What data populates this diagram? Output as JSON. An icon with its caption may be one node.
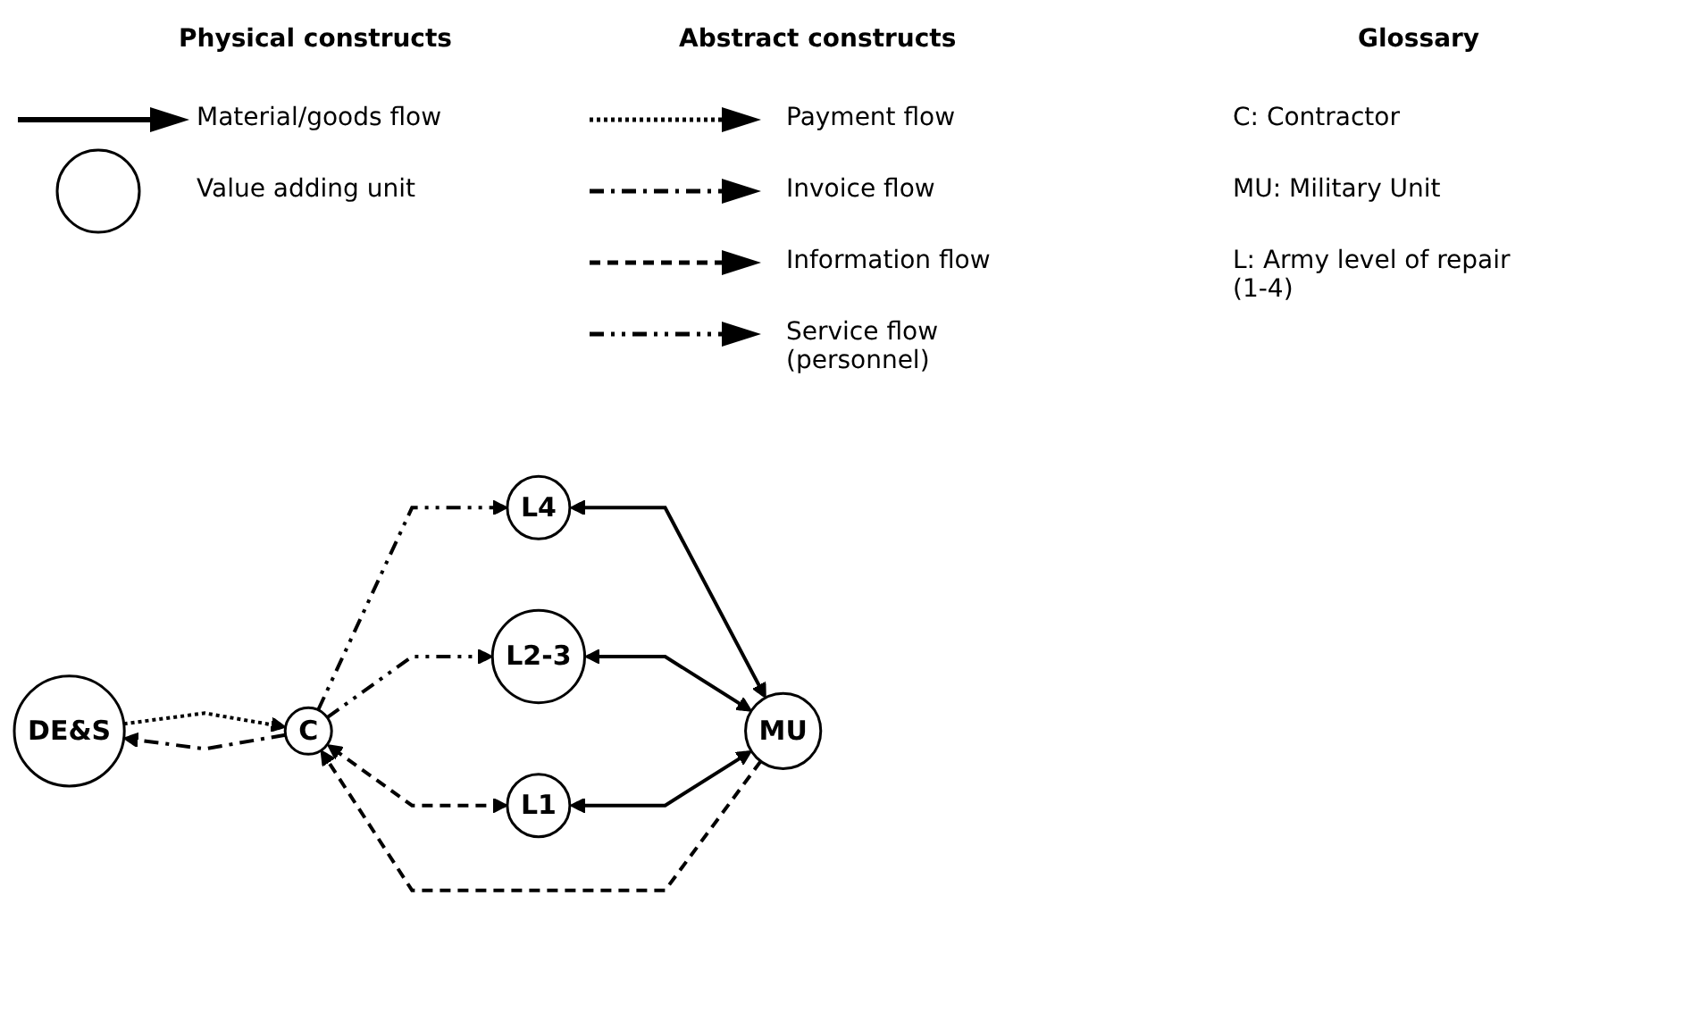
{
  "diagram": {
    "nodes": [
      {
        "text": [
          "DE&S"
        ]
      },
      {
        "text": [
          "L4"
        ]
      },
      {
        "text": [
          "L2-3"
        ]
      },
      {
        "text": [
          "C"
        ]
      },
      {
        "text": [
          "L1"
        ]
      },
      {
        "text": [
          "MU"
        ]
      }
    ],
    "edges": [
      {
        "from": 3,
        "to": 0,
        "arrow": "to",
        "style": "dashed"
      },
      {
        "from": 0,
        "to": 3,
        "arrow": "to",
        "style": "dashed"
      },
      {
        "from": 3,
        "to": 1,
        "arrow": "to",
        "style": "dashed"
      },
      {
        "from": 3,
        "to": 2,
        "arrow": "to",
        "style": "dashed"
      },
      {
        "from": 1,
        "to": 5,
        "arrow": "both"
      },
      {
        "from": 2,
        "to": 5,
        "arrow": "both"
      },
      {
        "from": 3,
        "to": 4,
        "arrow": "both",
        "style": "dashed"
      },
      {
        "from": 4,
        "to": 5,
        "arrow": "both"
      },
      {
        "from": 5,
        "to": 3,
        "arrow": "to",
        "style": "dashed"
      }
    ],
    "labels": [
      "Physical constructs",
      "Abstract constructs",
      "Glossary",
      "C: Contractor",
      "MU: Military Unit",
      "L: Army level of repair (1-4)"
    ],
    "legend": [
      {
        "text": "Material/goods flow"
      },
      {
        "text": "Value adding unit"
      },
      {
        "text": "Payment flow"
      },
      {
        "text": "Invoice flow"
      },
      {
        "text": "Information flow"
      },
      {
        "text": "Service flow (personnel)"
      }
    ]
  }
}
